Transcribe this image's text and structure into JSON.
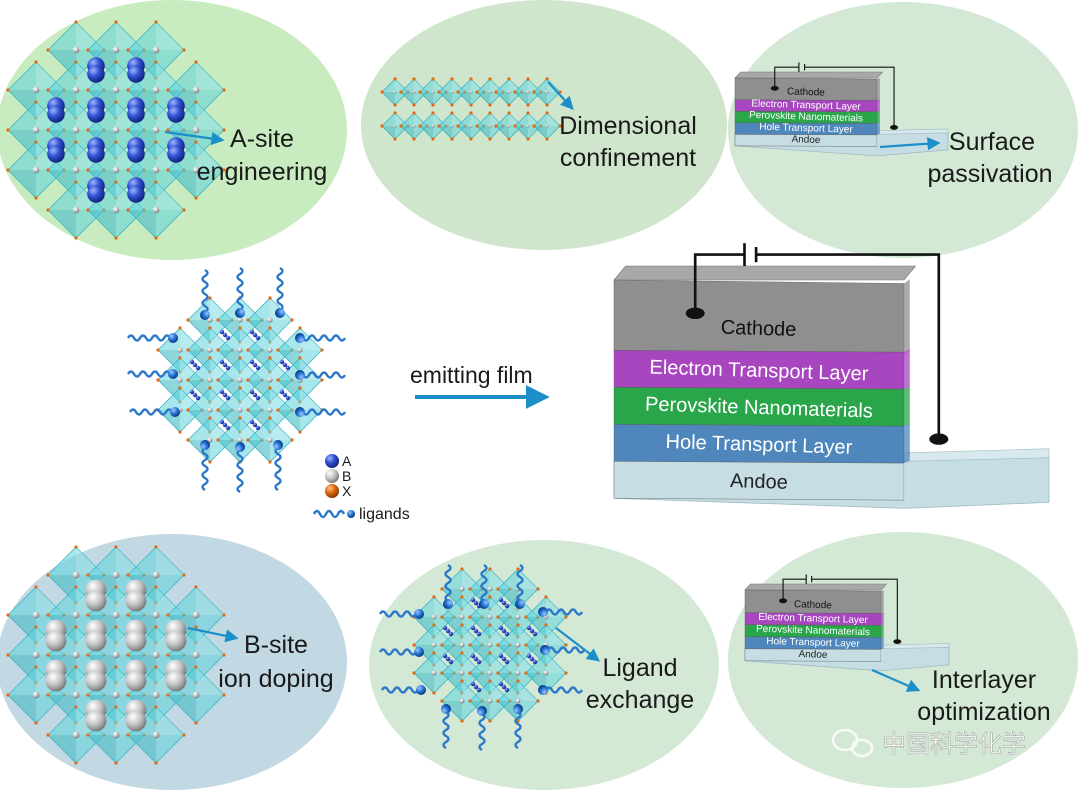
{
  "strategies": [
    {
      "id": "a_site",
      "lines": [
        "A-site",
        "engineering"
      ]
    },
    {
      "id": "dimensional",
      "lines": [
        "Dimensional",
        "confinement"
      ]
    },
    {
      "id": "surface",
      "lines": [
        "Surface",
        "passivation"
      ]
    },
    {
      "id": "b_site",
      "lines": [
        "B-site",
        "ion doping"
      ]
    },
    {
      "id": "ligand",
      "lines": [
        "Ligand",
        "exchange"
      ]
    },
    {
      "id": "interlayer",
      "lines": [
        "Interlayer",
        "optimization"
      ]
    }
  ],
  "center": {
    "arrow_label": "emitting film"
  },
  "legend": {
    "a": "A",
    "b": "B",
    "x": "X",
    "ligands": "ligands"
  },
  "device_layers": [
    "Cathode",
    "Electron Transport Layer",
    "Perovskite Nanomaterials",
    "Hole Transport Layer",
    "Andoe"
  ],
  "watermark": "中国科学化学",
  "colors": {
    "bubble_green": "#c8ecc0",
    "bubble_sage": "#d4e8d6",
    "bubble_blue": "#c2d8e2",
    "octahedron": "#5ed4dc",
    "a_site": "#2747c0",
    "b_site": "#c8c8c8",
    "x_site": "#e06a10",
    "ligand": "#2b78c8",
    "cathode": "#8f8f8f",
    "etl": "#a846bf",
    "perovskite": "#2aa64a",
    "htl": "#4f87bd",
    "anode": "#c6dde4",
    "arrow": "#1d8fc8"
  }
}
